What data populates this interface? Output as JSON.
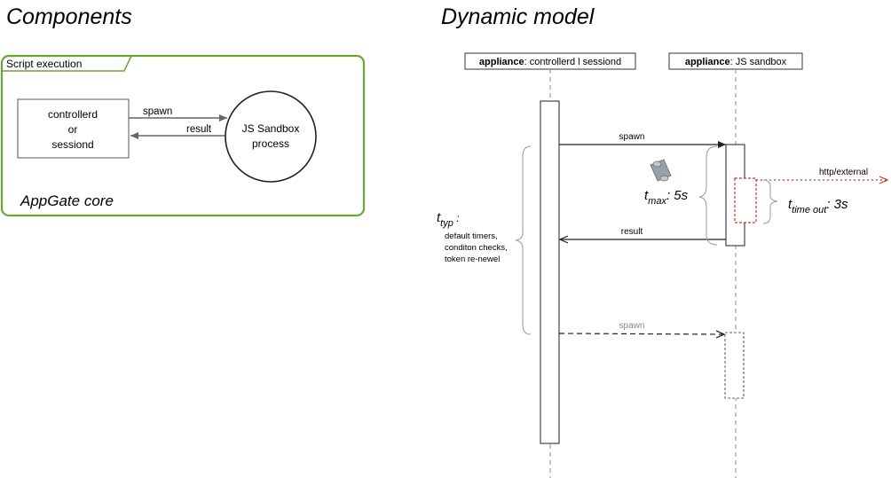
{
  "components": {
    "heading": "Components",
    "package_label": "Script execution",
    "controller_box": {
      "line1": "controllerd",
      "line2": "or",
      "line3": "sessiond"
    },
    "spawn_label": "spawn",
    "result_label": "result",
    "sandbox": {
      "line1": "JS Sandbox",
      "line2": "process"
    },
    "core_label": "AppGate core",
    "colors": {
      "frame": "#6aa637",
      "box_border": "#555555"
    }
  },
  "dynamic": {
    "heading": "Dynamic model",
    "lifeline_left": {
      "bold": "appliance",
      "rest": ": controllerd l sessiond"
    },
    "lifeline_right": {
      "bold": "appliance",
      "rest": ": JS sandbox"
    },
    "spawn_msg": "spawn",
    "result_msg": "result",
    "spawn_msg_2": "spawn",
    "http_label": "http/external",
    "t_typ": {
      "t": "t",
      "sub": "typ",
      "suffix": " :"
    },
    "t_typ_items": [
      "default timers,",
      "conditon checks,",
      "token re-newel"
    ],
    "t_max": {
      "t": "t",
      "sub": "max",
      "suffix": ": 5s"
    },
    "t_timeout": {
      "t": "t",
      "sub": "time out",
      "suffix": ": 3s"
    },
    "scroll_icon": "scroll-icon",
    "colors": {
      "timeout": "#c0392b",
      "dashed_gray": "#777777"
    }
  }
}
